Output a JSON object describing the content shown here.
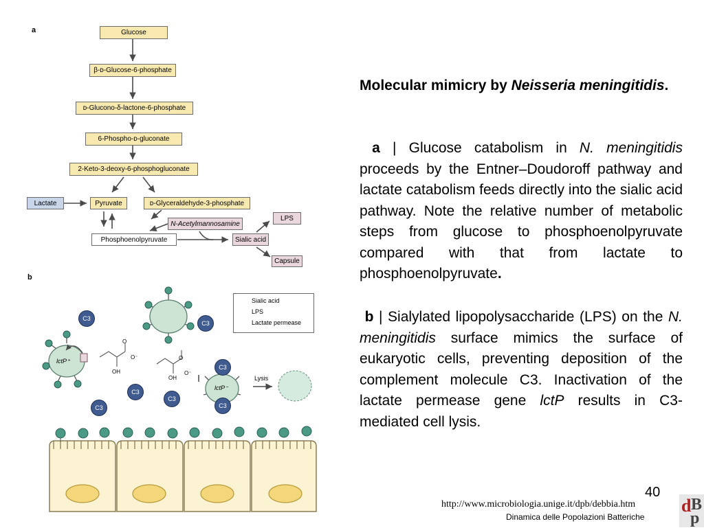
{
  "panel_a": {
    "letter": "a",
    "nodes": {
      "glucose": "Glucose",
      "g6p": "β-ᴅ-Glucose-6-phosphate",
      "lactone": "ᴅ-Glucono-δ-lactone-6-phosphate",
      "phosphogluconate": "6-Phospho-ᴅ-gluconate",
      "kdpg": "2-Keto-3-deoxy-6-phosphogluconate",
      "lactate": "Lactate",
      "pyruvate": "Pyruvate",
      "g3p": "ᴅ-Glyceraldehyde-3-phosphate",
      "manac": "N-Acetylmannosamine",
      "pep": "Phosphoenolpyruvate",
      "sialic": "Sialic acid",
      "lps": "LPS",
      "capsule": "Capsule"
    }
  },
  "panel_b": {
    "letter": "b",
    "legend": {
      "sialic": "Sialic acid",
      "lps": "LPS",
      "permease": "Lactate permease"
    },
    "c3_label": "C3",
    "lctp_plus": "lctP⁺",
    "lctp_minus": "lctP⁻",
    "lysis": "Lysis",
    "oh": "OH",
    "o": "O",
    "o_minus": "O⁻"
  },
  "colors": {
    "yellow_box": "#f8e9b0",
    "blue_box": "#c9d6ea",
    "pink_box": "#ead7de",
    "cell_fill": "#cde3d3",
    "sialic": "#4a9a86",
    "c3": "#3f5b8f",
    "epithelium": "#fbf3d2",
    "nucleus": "#f4d77a"
  },
  "text": {
    "title_plain": "Molecular mimicry by ",
    "title_italic": "Neisseria meningitidis",
    "title_end": ".",
    "para_a_letter": "a",
    "para_a_1": " | Glucose catabolism in ",
    "para_a_species": "N. meningitidis",
    "para_a_2": " proceeds by the Entner–Doudoroff pathway and lactate catabolism feeds directly into the sialic acid pathway. Note the relative number of metabolic steps from glucose to phosphoenolpyruvate compared with that from lactate to phosphoenolpyruvate",
    "para_a_end": ".",
    "para_b_letter": "b",
    "para_b_1": " | Sialylated lipopolysaccharide (LPS) on the ",
    "para_b_species": "N. meningitidis",
    "para_b_2": " surface mimics the surface of eukaryotic cells, preventing deposition of the complement molecule C3. Inactivation of the lactate permease gene ",
    "para_b_gene": "lctP",
    "para_b_3": " results in C3-mediated cell lysis.",
    "page_number": "40",
    "url": "http://www.microbiologia.unige.it/dpb/debbia.htm",
    "footer": "Dinamica delle Popolazioni Batteriche",
    "logo_d": "d",
    "logo_b": "B",
    "logo_p": "p"
  }
}
